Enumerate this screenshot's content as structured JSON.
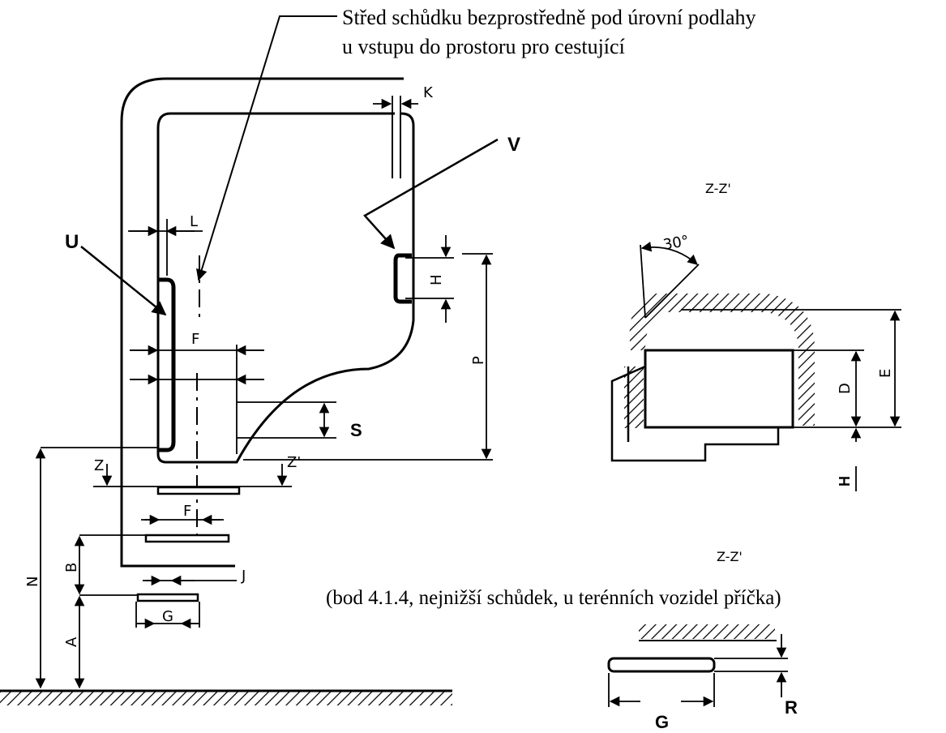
{
  "caption": {
    "line1": "Střed schůdku bezprostředně pod úrovní podlahy",
    "line2": "u vstupu do prostoru pro cestující"
  },
  "labels": {
    "U": "U",
    "V": "V",
    "L": "L",
    "K": "K",
    "F_top": "F",
    "F_bottom": "F",
    "S": "S",
    "P": "P",
    "H_door": "H",
    "Z": "Z",
    "Z_prime": "Z'",
    "N": "N",
    "B": "B",
    "A": "A",
    "J": "J",
    "G_left": "G"
  },
  "section1": {
    "title": "Z-Z'",
    "angle": "30°",
    "E": "E",
    "D": "D",
    "H": "H"
  },
  "section2": {
    "title": "Z-Z'",
    "note": "(bod 4.1.4, nejnižší schůdek, u terénních vozidel příčka)",
    "G": "G",
    "R": "R"
  }
}
